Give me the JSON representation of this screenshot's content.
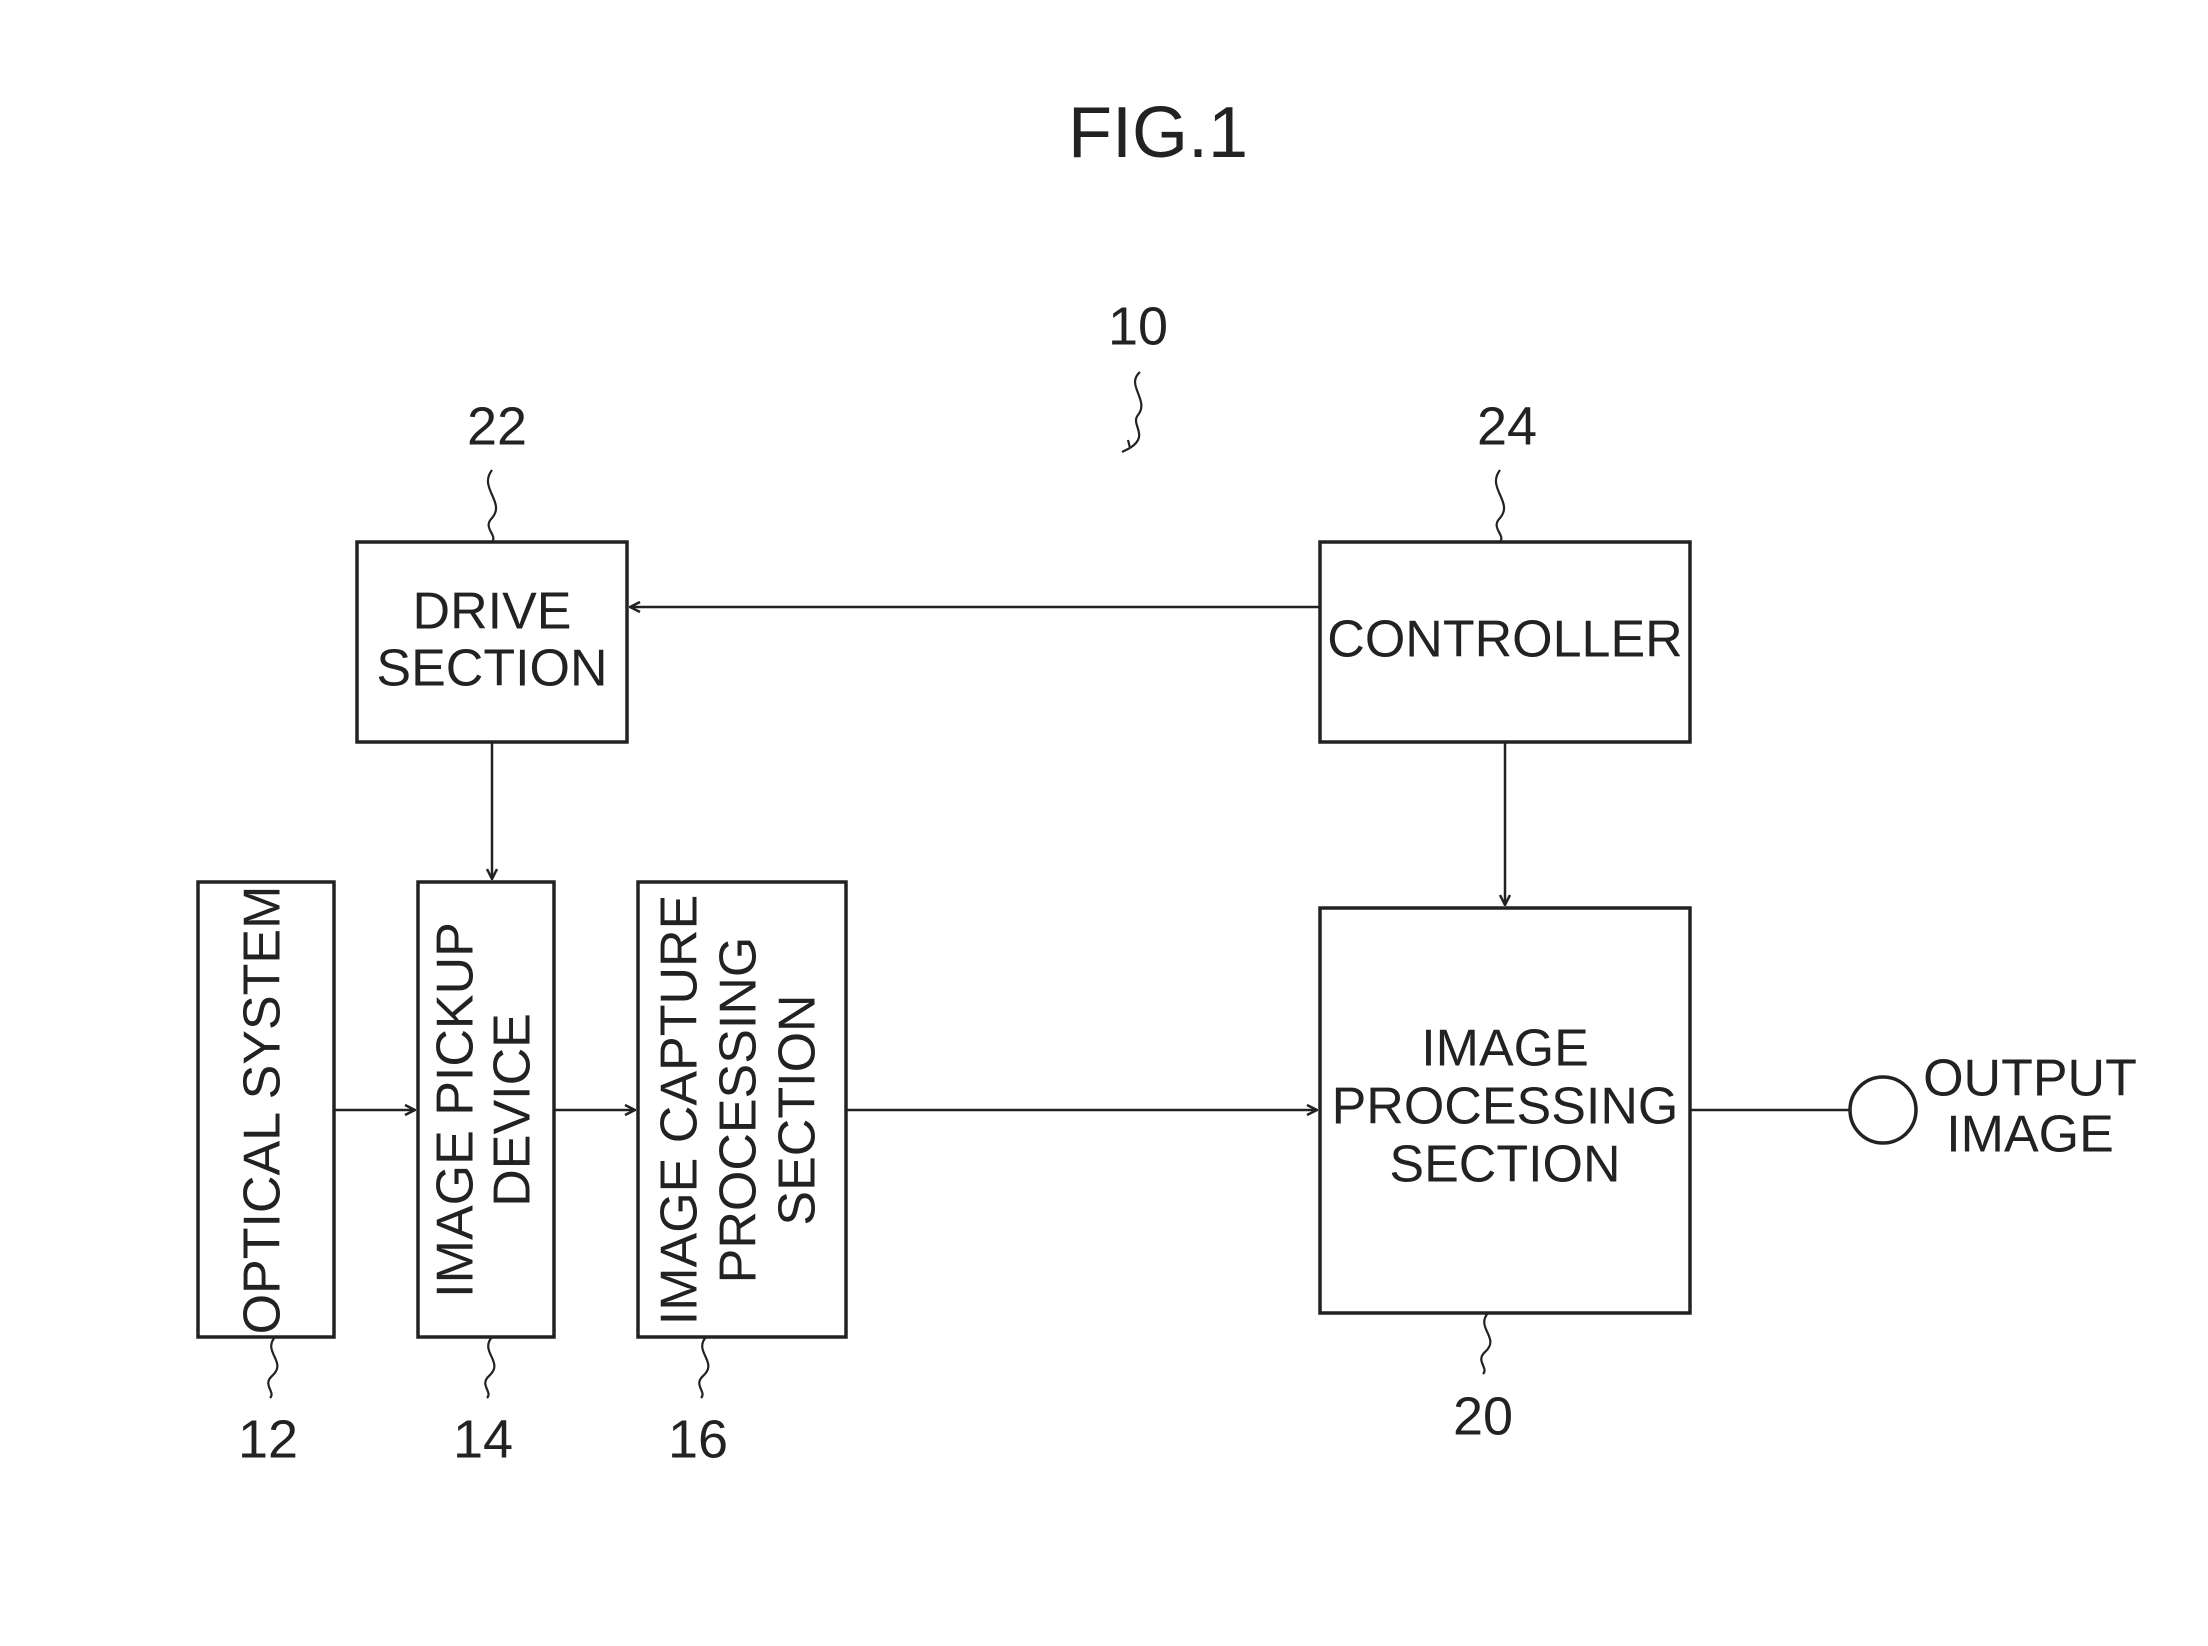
{
  "figure": {
    "title": "FIG.1",
    "system_ref": "10"
  },
  "blocks": {
    "drive_section": {
      "lines": [
        "DRIVE",
        "SECTION"
      ],
      "ref": "22"
    },
    "controller": {
      "lines": [
        "CONTROLLER"
      ],
      "ref": "24"
    },
    "optical_system": {
      "lines": [
        "OPTICAL SYSTEM"
      ],
      "ref": "12"
    },
    "image_pickup_device": {
      "lines": [
        "IMAGE PICKUP",
        "DEVICE"
      ],
      "ref": "14"
    },
    "image_capture_processing_section": {
      "lines": [
        "IMAGE CAPTURE",
        "PROCESSING",
        "SECTION"
      ],
      "ref": "16"
    },
    "image_processing_section": {
      "lines": [
        "IMAGE",
        "PROCESSING",
        "SECTION"
      ],
      "ref": "20"
    }
  },
  "output": {
    "lines": [
      "OUTPUT",
      "IMAGE"
    ]
  }
}
